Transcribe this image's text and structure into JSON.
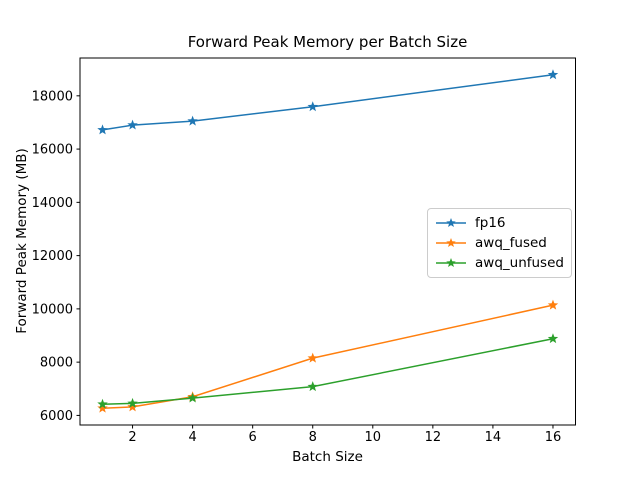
{
  "chart_data": {
    "type": "line",
    "title": "Forward Peak Memory per Batch Size",
    "xlabel": "Batch Size",
    "ylabel": "Forward Peak Memory (MB)",
    "x": [
      1,
      2,
      4,
      8,
      16
    ],
    "series": [
      {
        "name": "fp16",
        "color": "#1f77b4",
        "values": [
          16720,
          16900,
          17050,
          17590,
          18790
        ]
      },
      {
        "name": "awq_fused",
        "color": "#ff7f0e",
        "values": [
          6270,
          6320,
          6700,
          8150,
          10140
        ]
      },
      {
        "name": "awq_unfused",
        "color": "#2ca02c",
        "values": [
          6420,
          6450,
          6650,
          7080,
          8880
        ]
      }
    ],
    "marker": "star",
    "line_width": 1.5,
    "xticks": [
      2,
      4,
      6,
      8,
      10,
      12,
      14,
      16
    ],
    "yticks": [
      6000,
      8000,
      10000,
      12000,
      14000,
      16000,
      18000
    ],
    "xlim": [
      0.25,
      16.75
    ],
    "ylim": [
      5640,
      19420
    ],
    "grid": false,
    "legend_position": "center-right",
    "axis_color": "#000000",
    "background_color": "#ffffff"
  }
}
